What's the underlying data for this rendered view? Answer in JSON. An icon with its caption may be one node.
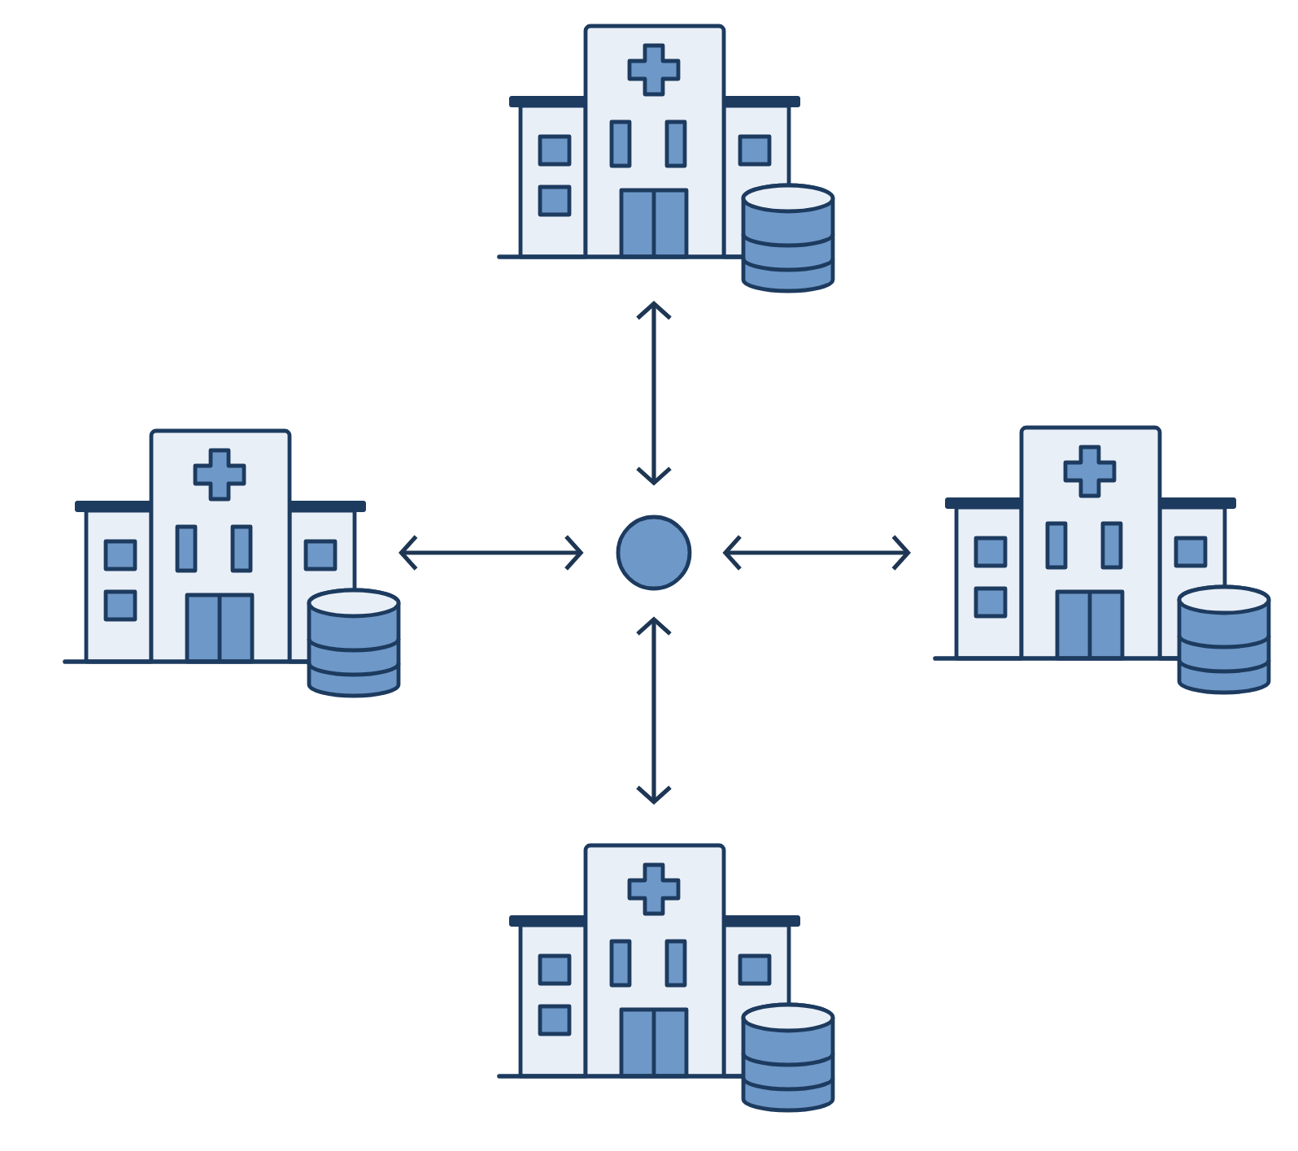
{
  "diagram": {
    "nodes": [
      {
        "text": [],
        "shape": "picture"
      },
      {
        "text": [],
        "shape": "picture"
      },
      {
        "text": [],
        "shape": "circle"
      },
      {
        "text": [],
        "shape": "picture"
      },
      {
        "text": [],
        "shape": "picture"
      }
    ],
    "edges": [
      {
        "from": 0,
        "to": 2,
        "arrow": "both"
      },
      {
        "from": 1,
        "to": 2,
        "arrow": "both"
      },
      {
        "from": 3,
        "to": 2,
        "arrow": "both"
      },
      {
        "from": 4,
        "to": 2,
        "arrow": "both"
      }
    ]
  }
}
